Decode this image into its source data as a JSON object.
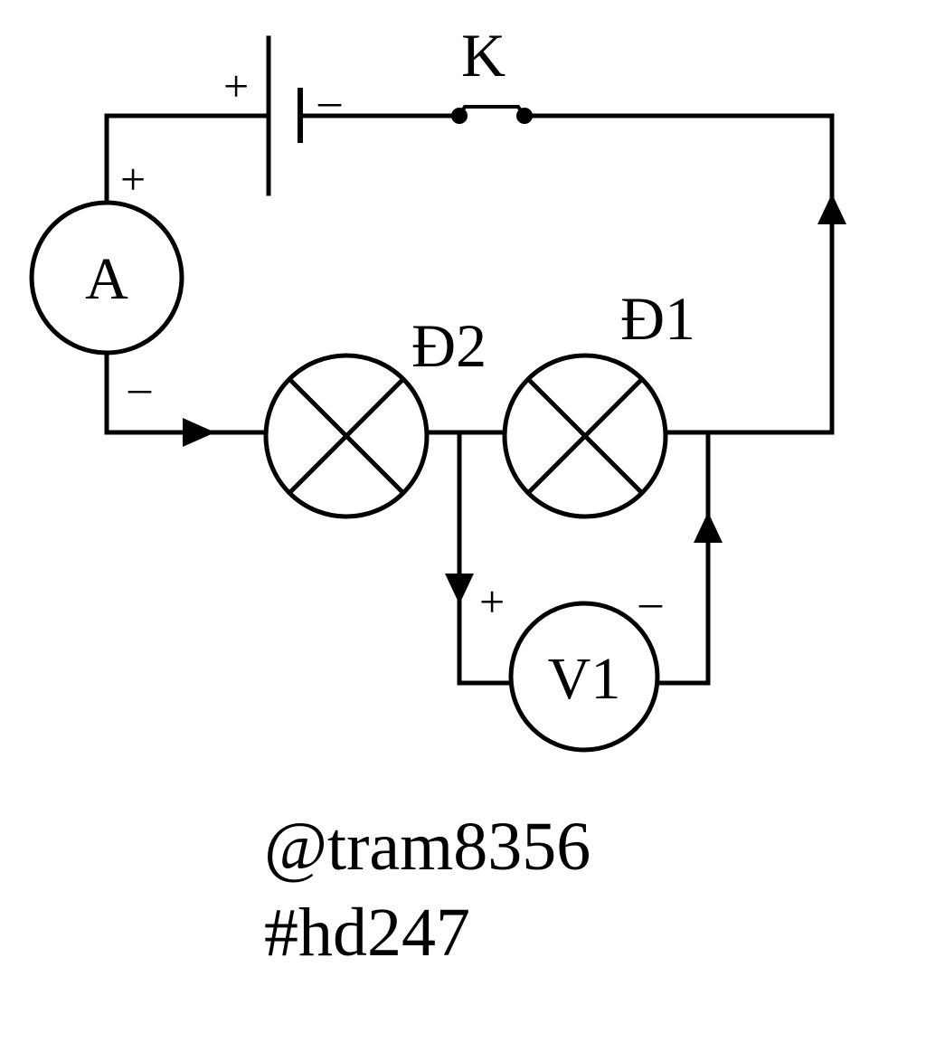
{
  "diagram": {
    "switch_label": "K",
    "battery": {
      "plus": "+",
      "minus": "–"
    },
    "ammeter": {
      "label": "A",
      "plus": "+",
      "minus": "–"
    },
    "lamp1_label": "Đ1",
    "lamp2_label": "Đ2",
    "voltmeter": {
      "label": "V1",
      "plus": "+",
      "minus": "–"
    }
  },
  "caption": {
    "author": "@tram8356",
    "tag": "#hd247"
  },
  "colors": {
    "ink": "#000000",
    "background": "#ffffff"
  }
}
